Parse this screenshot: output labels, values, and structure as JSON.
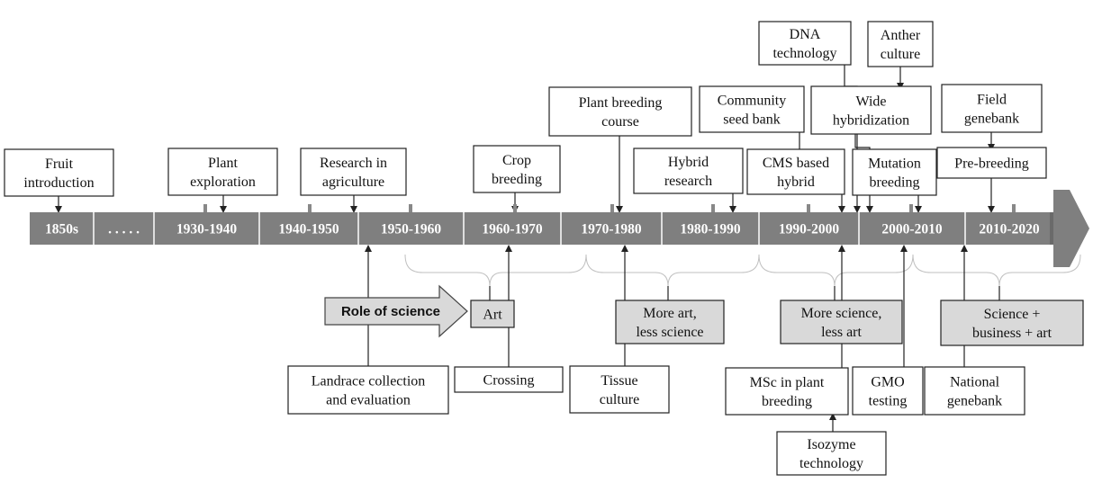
{
  "timeline": {
    "periods": [
      "1850s",
      ". . . . .",
      "1930-1940",
      "1940-1950",
      "1950-1960",
      "1960-1970",
      "1970-1980",
      "1980-1990",
      "1990-2000",
      "2000-2010",
      "2010-2020"
    ]
  },
  "role": {
    "label": "Role of science",
    "stages": [
      [
        "Art"
      ],
      [
        "More art,",
        "less science"
      ],
      [
        "More science,",
        "less art"
      ],
      [
        "Science +",
        "business + art"
      ]
    ]
  },
  "events_above": {
    "fruit": [
      "Fruit",
      "introduction"
    ],
    "plant_exploration": [
      "Plant",
      "exploration"
    ],
    "research_agriculture": [
      "Research in",
      "agriculture"
    ],
    "crop_breeding": [
      "Crop",
      "breeding"
    ],
    "plant_breeding_course": [
      "Plant breeding",
      "course"
    ],
    "hybrid_research": [
      "Hybrid",
      "research"
    ],
    "community_seed_bank": [
      "Community",
      "seed bank"
    ],
    "cms_hybrid": [
      "CMS based",
      "hybrid"
    ],
    "dna_technology": [
      "DNA",
      "technology"
    ],
    "anther_culture": [
      "Anther",
      "culture"
    ],
    "wide_hybridization": [
      "Wide",
      "hybridization"
    ],
    "mutation_breeding": [
      "Mutation",
      "breeding"
    ],
    "field_genebank": [
      "Field",
      "genebank"
    ],
    "pre_breeding": [
      "Pre-breeding"
    ]
  },
  "events_below": {
    "landrace": [
      "Landrace  collection",
      "and evaluation"
    ],
    "crossing": [
      "Crossing"
    ],
    "tissue_culture": [
      "Tissue",
      "culture"
    ],
    "msc": [
      "MSc in plant",
      "breeding"
    ],
    "isozyme": [
      "Isozyme",
      "technology"
    ],
    "gmo": [
      "GMO",
      "testing"
    ],
    "national_genebank": [
      "National",
      "genebank"
    ]
  },
  "colors": {
    "band": "#7f7f7f",
    "stage_fill": "#d9d9d9",
    "role_arrow": "#d9d9d9"
  }
}
